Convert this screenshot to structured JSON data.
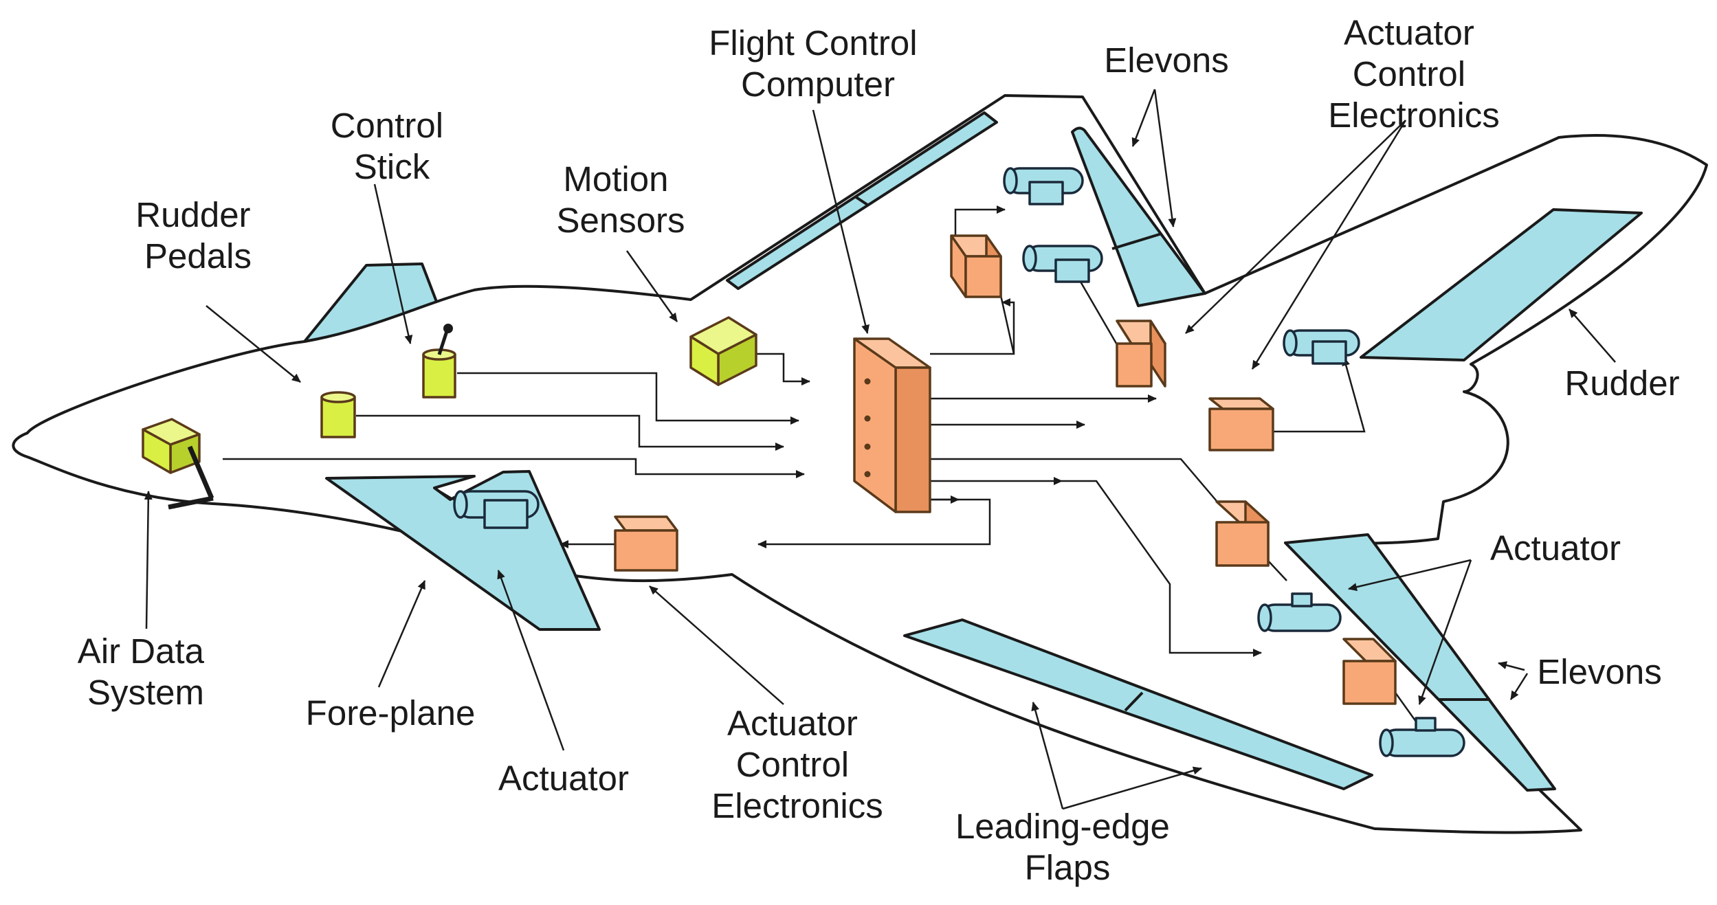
{
  "colors": {
    "surface": "#a6dfe8",
    "electronics": "#f8a877",
    "electronics_top": "#fbc49f",
    "electronics_side": "#e8915c",
    "sensor": "#d9ef44",
    "sensor_top": "#ebf78a",
    "sensor_side": "#b8d02c",
    "actuator": "#a6dfe8",
    "outline": "#1a1a1a"
  },
  "labels": {
    "flight_control_computer": [
      "Flight Control",
      "Computer"
    ],
    "elevons_top": [
      "Elevons"
    ],
    "ace_top": [
      "Actuator",
      "Control",
      "Electronics"
    ],
    "control_stick": [
      "Control",
      "Stick"
    ],
    "motion_sensors": [
      "Motion",
      "Sensors"
    ],
    "rudder_pedals": [
      "Rudder",
      "Pedals"
    ],
    "rudder": [
      "Rudder"
    ],
    "actuator_right": [
      "Actuator"
    ],
    "elevons_bottom": [
      "Elevons"
    ],
    "air_data_system": [
      "Air Data",
      "System"
    ],
    "fore_plane": [
      "Fore-plane"
    ],
    "actuator_bottom": [
      "Actuator"
    ],
    "ace_bottom": [
      "Actuator",
      "Control",
      "Electronics"
    ],
    "leading_edge_flaps": [
      "Leading-edge",
      "Flaps"
    ]
  }
}
